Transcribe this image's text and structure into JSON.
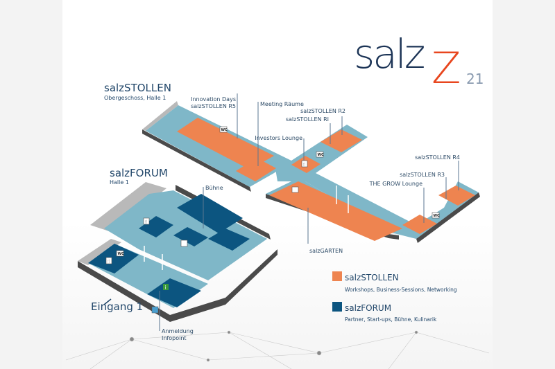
{
  "logo": {
    "text": "salz",
    "accent": "Z",
    "suffix": "21"
  },
  "areas": {
    "stollen": {
      "title": "salzSTOLLEN",
      "subtitle": "Obergeschoss, Halle 1"
    },
    "forum": {
      "title": "salzFORUM",
      "subtitle": "Halle 1"
    }
  },
  "labels": {
    "innovation_days": "Innovation Days",
    "r5": "salzSTOLLEN R5",
    "meeting": "Meeting Räume",
    "r2": "salzSTOLLEN R2",
    "r1": "salzSTOLLEN RI",
    "investors": "Investors Lounge",
    "r4": "salzSTOLLEN R4",
    "r3": "salzSTOLLEN R3",
    "grow": "THE GROW Lounge",
    "garten": "salzGARTEN",
    "buehne": "Bühne",
    "eingang": "Eingang 1",
    "anmeldung": "Anmeldung",
    "infopoint": "Infopoint"
  },
  "icons": {
    "wc": "WC",
    "restaurant": "🍴",
    "info": "i"
  },
  "legend": [
    {
      "title": "salzSTOLLEN",
      "desc": "Workshops, Business-Sessions, Networking",
      "color": "#ee8450"
    },
    {
      "title": "salzFORUM",
      "desc": "Partner, Start-ups, Bühne, Kulinarik",
      "color": "#0c5580"
    }
  ],
  "colors": {
    "orange": "#ee8450",
    "navy": "#0c5580",
    "floor": "#7fb7c8",
    "logo_accent": "#e8461e"
  }
}
